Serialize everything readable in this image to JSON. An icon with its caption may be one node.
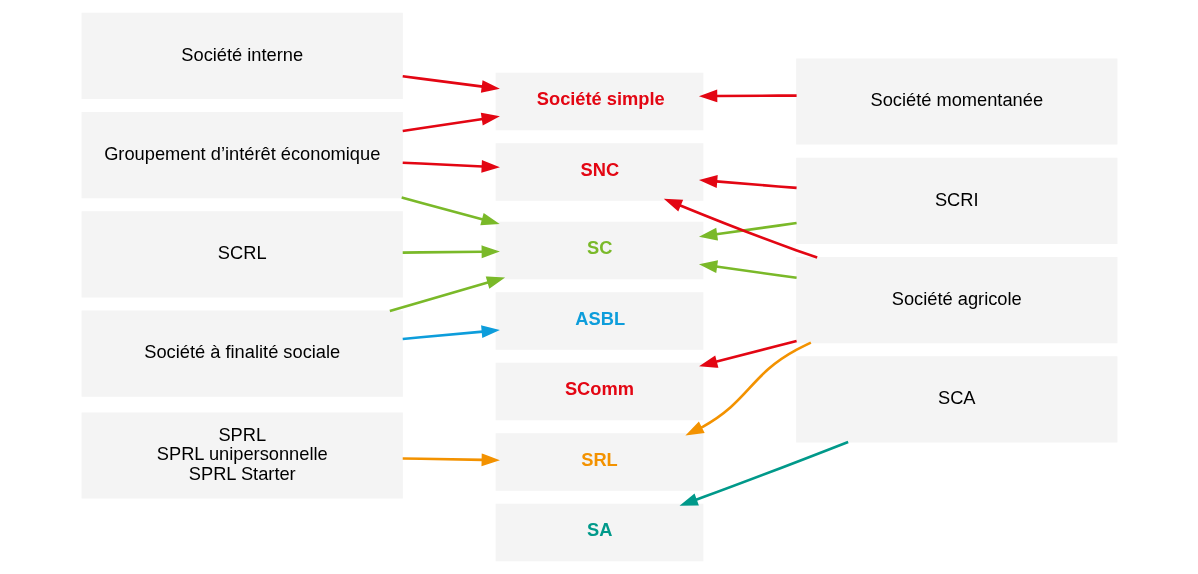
{
  "diagram": {
    "nodes": [
      {
        "text": [
          "Société interne"
        ]
      },
      {
        "text": [
          "Groupement d’intérêt économique"
        ]
      },
      {
        "text": [
          "SCRL"
        ]
      },
      {
        "text": [
          "Société à finalité sociale"
        ]
      },
      {
        "text": [
          "SPRL",
          "SPRL unipersonnelle",
          "SPRL Starter"
        ]
      },
      {
        "text": [
          "Société simple"
        ]
      },
      {
        "text": [
          "SNC"
        ]
      },
      {
        "text": [
          "SC"
        ]
      },
      {
        "text": [
          "ASBL"
        ]
      },
      {
        "text": [
          "SComm"
        ]
      },
      {
        "text": [
          "SRL"
        ]
      },
      {
        "text": [
          "SA"
        ]
      },
      {
        "text": [
          "Société momentanée"
        ]
      },
      {
        "text": [
          "SCRI"
        ]
      },
      {
        "text": [
          "Société agricole"
        ]
      },
      {
        "text": [
          "SCA"
        ]
      }
    ],
    "edges": [
      {
        "from": 0,
        "to": 5,
        "arrow": "to",
        "color": "#e30613"
      },
      {
        "from": 1,
        "to": 5,
        "arrow": "to",
        "color": "#e30613"
      },
      {
        "from": 1,
        "to": 6,
        "arrow": "to",
        "color": "#e30613"
      },
      {
        "from": 1,
        "to": 7,
        "arrow": "to",
        "color": "#7ab929"
      },
      {
        "from": 2,
        "to": 7,
        "arrow": "to",
        "color": "#7ab929"
      },
      {
        "from": 3,
        "to": 7,
        "arrow": "to",
        "color": "#7ab929"
      },
      {
        "from": 3,
        "to": 8,
        "arrow": "to",
        "color": "#0d9ddb"
      },
      {
        "from": 4,
        "to": 10,
        "arrow": "to",
        "color": "#f39200"
      },
      {
        "from": 12,
        "to": 5,
        "arrow": "to",
        "color": "#e30613"
      },
      {
        "from": 13,
        "to": 6,
        "arrow": "to",
        "color": "#e30613"
      },
      {
        "from": 13,
        "to": 7,
        "arrow": "to",
        "color": "#7ab929"
      },
      {
        "from": 14,
        "to": 6,
        "arrow": "to",
        "color": "#e30613"
      },
      {
        "from": 14,
        "to": 7,
        "arrow": "to",
        "color": "#7ab929"
      },
      {
        "from": 14,
        "to": 9,
        "arrow": "to",
        "color": "#e30613"
      },
      {
        "from": 14,
        "to": 10,
        "arrow": "to",
        "color": "#f39200"
      },
      {
        "from": 15,
        "to": 11,
        "arrow": "to",
        "color": "#00998a"
      }
    ]
  }
}
